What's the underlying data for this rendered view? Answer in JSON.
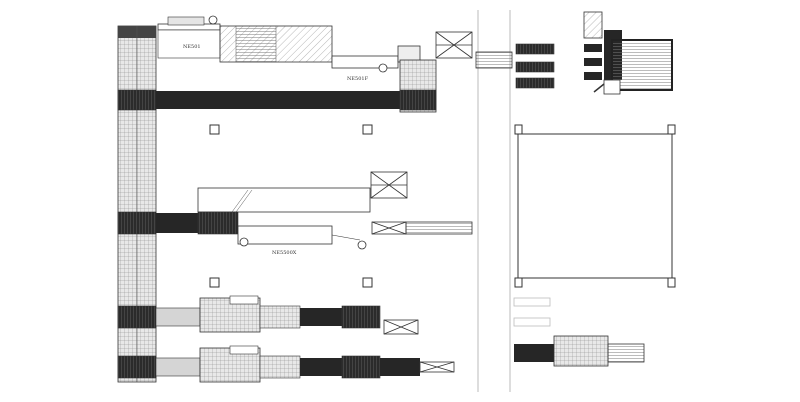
{
  "diagram": {
    "labels": {
      "top_machine": "NE501",
      "top_right_machine": "NE501F",
      "middle_machine": "NE5500X"
    },
    "colors": {
      "line": "#333333",
      "dark_conveyor": "#262626",
      "grid_fill": "#dcdcdc",
      "light_gray": "#bdbdbd"
    }
  }
}
